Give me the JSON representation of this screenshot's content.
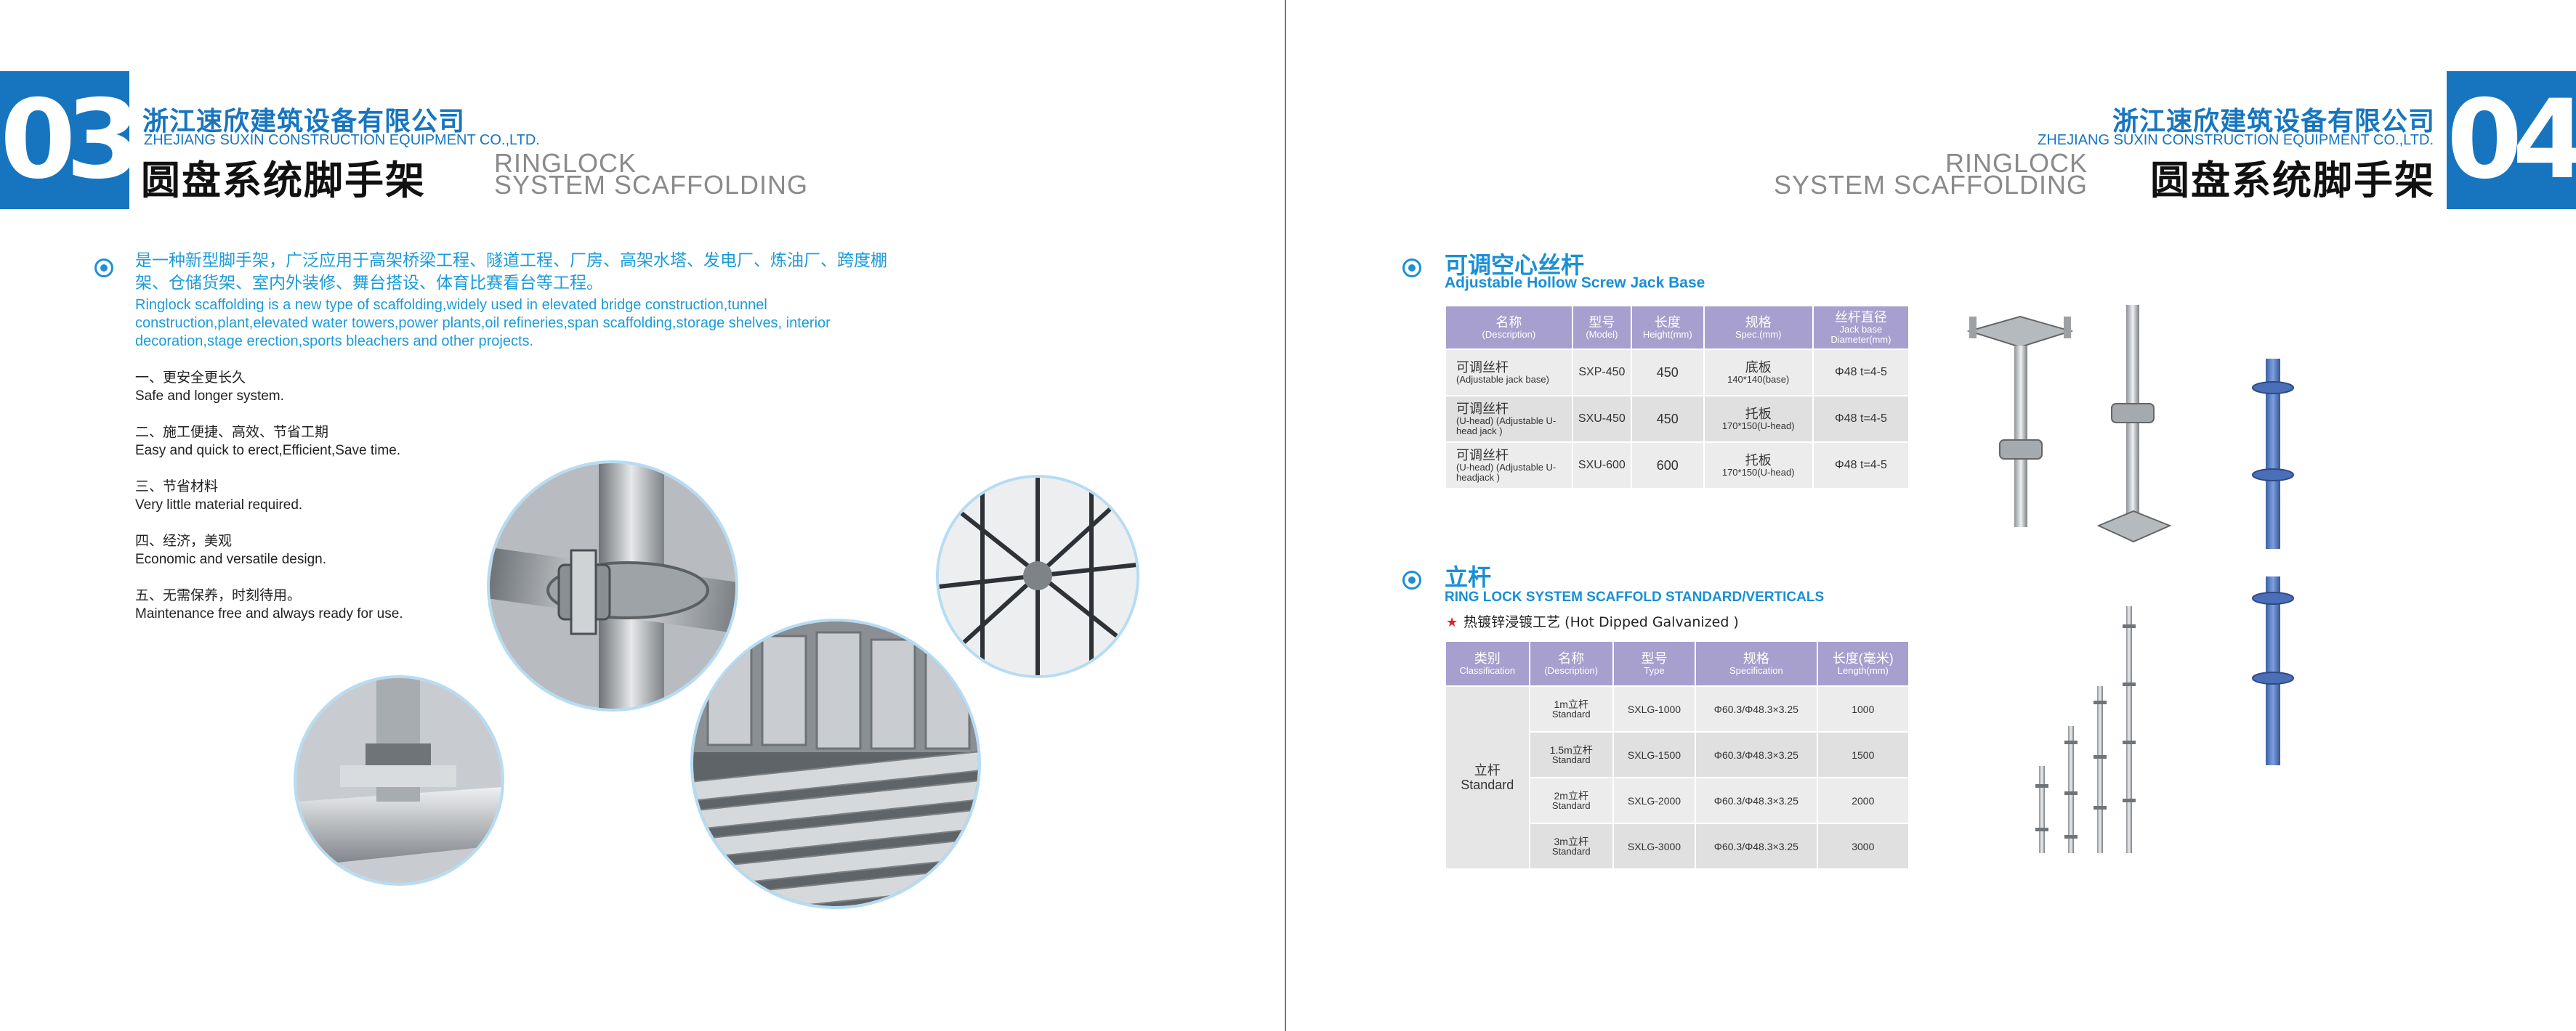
{
  "left_page": {
    "page_number": "03",
    "company_cn": "浙江速欣建筑设备有限公司",
    "company_en": "ZHEJIANG  SUXIN  CONSTRUCTION  EQUIPMENT  CO.,LTD.",
    "title_cn": "圆盘系统脚手架",
    "title_en_1": "RINGLOCK",
    "title_en_2": "SYSTEM SCAFFOLDING",
    "intro_cn": "是一种新型脚手架，广泛应用于高架桥梁工程、隧道工程、厂房、高架水塔、发电厂、炼油厂、跨度棚架、仓储货架、室内外装修、舞台搭设、体育比赛看台等工程。",
    "intro_en": "Ringlock scaffolding is a new type of scaffolding,widely used in elevated bridge construction,tunnel construction,plant,elevated water towers,power plants,oil refineries,span scaffolding,storage shelves, interior decoration,stage erection,sports bleachers and other projects.",
    "features": [
      {
        "cn": "一、更安全更长久",
        "en": "Safe and longer system."
      },
      {
        "cn": "二、施工便捷、高效、节省工期",
        "en": "Easy and quick to erect,Efficient,Save time."
      },
      {
        "cn": "三、节省材料",
        "en": "Very little material required."
      },
      {
        "cn": "四、经济，美观",
        "en": "Economic and versatile design."
      },
      {
        "cn": "五、无需保养，时刻待用。",
        "en": "Maintenance free and always ready for use."
      }
    ]
  },
  "right_page": {
    "page_number": "04",
    "company_cn": "浙江速欣建筑设备有限公司",
    "company_en": "ZHEJIANG  SUXIN  CONSTRUCTION  EQUIPMENT  CO.,LTD.",
    "title_cn": "圆盘系统脚手架",
    "title_en_1": "RINGLOCK",
    "title_en_2": "SYSTEM SCAFFOLDING",
    "jack_section": {
      "title_cn": "可调空心丝杆",
      "title_en": "Adjustable Hollow Screw Jack Base",
      "headers": [
        {
          "cn": "名称",
          "en": "(Description)"
        },
        {
          "cn": "型号",
          "en": "(Model)"
        },
        {
          "cn": "长度",
          "en": "Height(mm)"
        },
        {
          "cn": "规格",
          "en": "Spec.(mm)"
        },
        {
          "cn": "丝杆直径",
          "en": "Jack base Diameter(mm)"
        }
      ],
      "rows": [
        {
          "desc_cn": "可调丝杆",
          "desc_en": "(Adjustable jack base)",
          "model": "SXP-450",
          "height": "450",
          "spec_cn": "底板",
          "spec_en": "140*140(base)",
          "diameter": "Φ48 t=4-5"
        },
        {
          "desc_cn": "可调丝杆",
          "desc_en": "(U-head) (Adjustable U-head jack )",
          "model": "SXU-450",
          "height": "450",
          "spec_cn": "托板",
          "spec_en": "170*150(U-head)",
          "diameter": "Φ48 t=4-5"
        },
        {
          "desc_cn": "可调丝杆",
          "desc_en": "(U-head) (Adjustable U-headjack )",
          "model": "SXU-600",
          "height": "600",
          "spec_cn": "托板",
          "spec_en": "170*150(U-head)",
          "diameter": "Φ48 t=4-5"
        }
      ]
    },
    "standard_section": {
      "title_cn": "立杆",
      "title_en": "RING LOCK SYSTEM SCAFFOLD STANDARD/VERTICALS",
      "galvanized": "热镀锌浸镀工艺 (Hot Dipped Galvanized )",
      "headers": [
        {
          "cn": "类别",
          "en": "Classification"
        },
        {
          "cn": "名称",
          "en": "(Description)"
        },
        {
          "cn": "型号",
          "en": "Type"
        },
        {
          "cn": "规格",
          "en": "Specification"
        },
        {
          "cn": "长度(毫米)",
          "en": "Length(mm)"
        }
      ],
      "classification_cn": "立杆",
      "classification_en": "Standard",
      "rows": [
        {
          "name_cn": "1m立杆",
          "name_en": "Standard",
          "type": "SXLG-1000",
          "spec": "Φ60.3/Φ48.3×3.25",
          "length": "1000"
        },
        {
          "name_cn": "1.5m立杆",
          "name_en": "Standard",
          "type": "SXLG-1500",
          "spec": "Φ60.3/Φ48.3×3.25",
          "length": "1500"
        },
        {
          "name_cn": "2m立杆",
          "name_en": "Standard",
          "type": "SXLG-2000",
          "spec": "Φ60.3/Φ48.3×3.25",
          "length": "2000"
        },
        {
          "name_cn": "3m立杆",
          "name_en": "Standard",
          "type": "SXLG-3000",
          "spec": "Φ60.3/Φ48.3×3.25",
          "length": "3000"
        }
      ]
    }
  },
  "colors": {
    "brand_blue": "#1775c0",
    "accent_blue": "#1c9bd8",
    "table_header": "#a79fcd",
    "table_cell": "#ececec"
  }
}
